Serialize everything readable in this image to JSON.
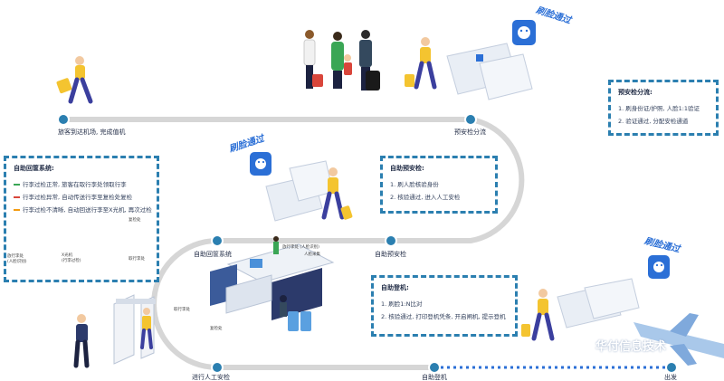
{
  "stations": {
    "checkin": "旅客到达机场, 完成值机",
    "presecurity_split": "预安检分流",
    "baggage_system": "自助回筐系统",
    "self_presecurity": "自助预安检",
    "manual_security": "进行人工安检",
    "self_boarding": "自助登机",
    "depart": "出发"
  },
  "badges": [
    "刷脸通过",
    "刷脸通过",
    "刷脸通过"
  ],
  "box_split": {
    "title": "预安检分流:",
    "items": [
      "1. 刷身份证/护照, 人脸1:1验证",
      "2. 验证通过, 分配安检通道"
    ]
  },
  "box_baggage": {
    "title": "自助回筐系统:",
    "items": [
      "行李过检正常, 旅客在取行李处领取行李",
      "行李过检异常, 自动传送行李至复检处复检",
      "行李过检不清晰, 自动回送行李至X光机, 再次过检"
    ],
    "diagram_labels": [
      "复检处",
      "取行李处",
      "X光机\n(行李过检)",
      "放行李处\n(人脸识别)"
    ]
  },
  "box_presec": {
    "title": "自助预安检:",
    "items": [
      "1. 刷人脸核验身份",
      "2. 核验通过, 进入人工安检"
    ]
  },
  "box_boarding": {
    "title": "自助登机:",
    "items": [
      "1. 刷脸1:N比对",
      "2. 核验通过, 打印登机凭条, 开启闸机, 提示登机"
    ]
  },
  "scene_labels": [
    "放行李处 (人脸识别)",
    "人脸采集",
    "取行李处",
    "复检处"
  ],
  "watermark": "华付信息技术",
  "colors": {
    "path": "#d8d8d8",
    "node": "#2b7fb0",
    "accent": "#2b6fd6",
    "dash": "#2b7fb0"
  }
}
